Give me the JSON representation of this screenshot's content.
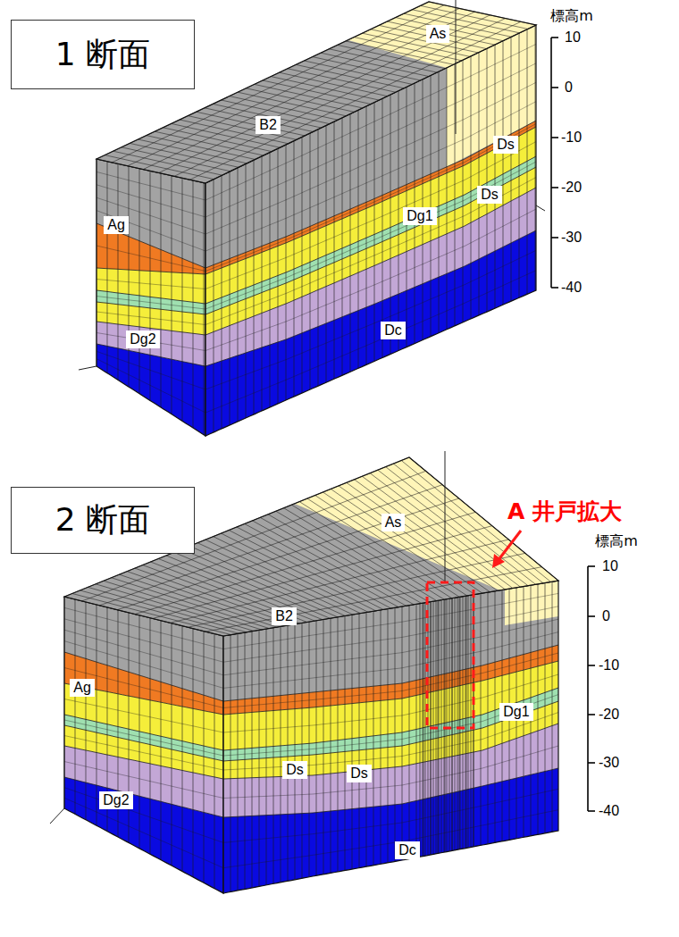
{
  "diagram": {
    "nodes": [
      {
        "text": [
          "1 断面"
        ]
      },
      {
        "text": [
          "2 断面"
        ]
      }
    ],
    "labels": [
      "標高m",
      "10",
      "0",
      "-10",
      "-20",
      "-30",
      "-40",
      "As",
      "B2",
      "Ds",
      "Ds",
      "Ag",
      "Dg1",
      "Dg2",
      "Dc",
      "A 井戸拡大",
      "標高m",
      "10",
      "0",
      "-10",
      "-20",
      "-30",
      "-40",
      "As",
      "B2",
      "Ag",
      "Dg1",
      "Ds",
      "Ds",
      "Dg2",
      "Dc"
    ]
  }
}
